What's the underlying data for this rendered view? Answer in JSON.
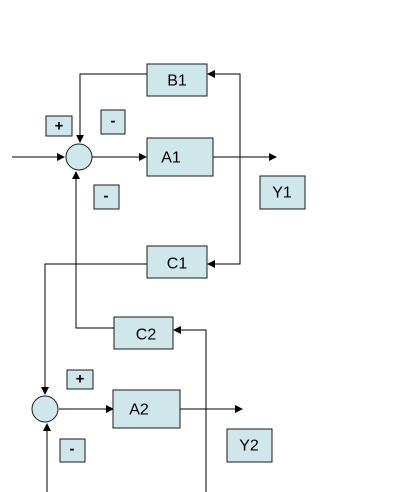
{
  "blocks": {
    "b1": "B1",
    "a1": "A1",
    "c1": "C1",
    "c2": "C2",
    "a2": "A2"
  },
  "outputs": {
    "y1": "Y1",
    "y2": "Y2"
  },
  "signs": {
    "sum1_plus": "+",
    "sum1_minus_top": "-",
    "sum1_minus_bottom": "-",
    "sum2_plus": "+",
    "sum2_minus": "-"
  },
  "colors": {
    "block_fill": "#cfe7eb",
    "stroke": "#000000"
  }
}
